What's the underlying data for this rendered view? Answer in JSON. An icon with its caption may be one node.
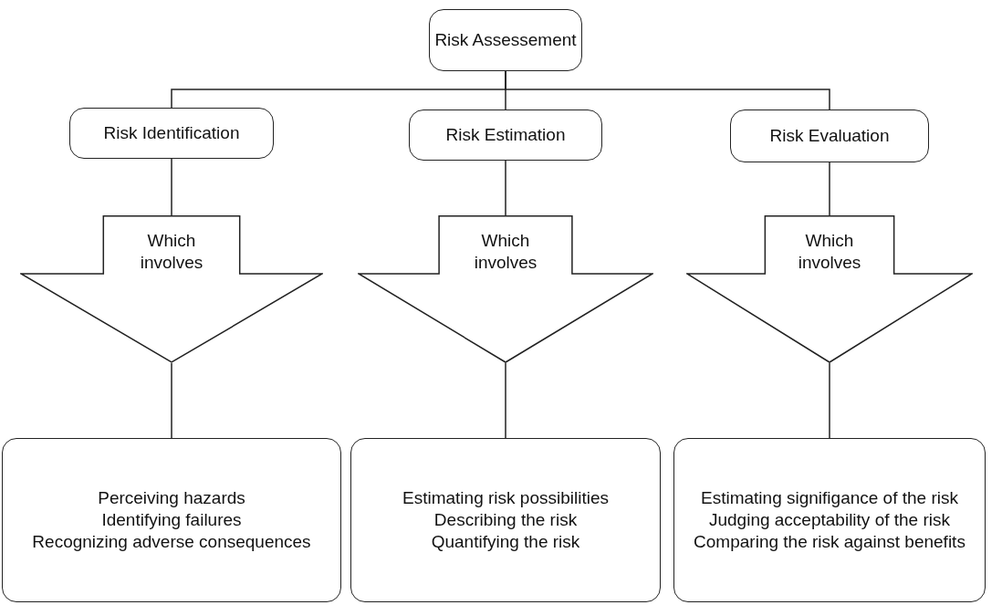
{
  "diagram": {
    "nodes": [
      {
        "text": [
          "Risk Assessement"
        ]
      },
      {
        "text": [
          "Risk Identification"
        ]
      },
      {
        "text": [
          "Risk Estimation"
        ]
      },
      {
        "text": [
          "Risk Evaluation"
        ]
      },
      {
        "text": [
          "Which involves"
        ]
      },
      {
        "text": [
          "Which involves"
        ]
      },
      {
        "text": [
          "Which involves"
        ]
      },
      {
        "text": [
          "Perceiving hazards",
          "Identifying failures",
          "Recognizing adverse consequences"
        ]
      },
      {
        "text": [
          "Estimating risk possibilities",
          "Describing the risk",
          "Quantifying the risk"
        ]
      },
      {
        "text": [
          "Estimating signifigance of the risk",
          "Judging acceptability of the risk",
          "Comparing the risk against benefits"
        ]
      }
    ],
    "edges": [
      {
        "from": 0,
        "to": 1,
        "arrow": "none"
      },
      {
        "from": 0,
        "to": 2,
        "arrow": "none"
      },
      {
        "from": 0,
        "to": 3,
        "arrow": "none"
      },
      {
        "from": 1,
        "to": 4,
        "arrow": "none"
      },
      {
        "from": 2,
        "to": 5,
        "arrow": "none"
      },
      {
        "from": 3,
        "to": 6,
        "arrow": "none"
      },
      {
        "from": 4,
        "to": 7,
        "arrow": "none"
      },
      {
        "from": 5,
        "to": 8,
        "arrow": "none"
      },
      {
        "from": 6,
        "to": 9,
        "arrow": "none"
      }
    ]
  }
}
